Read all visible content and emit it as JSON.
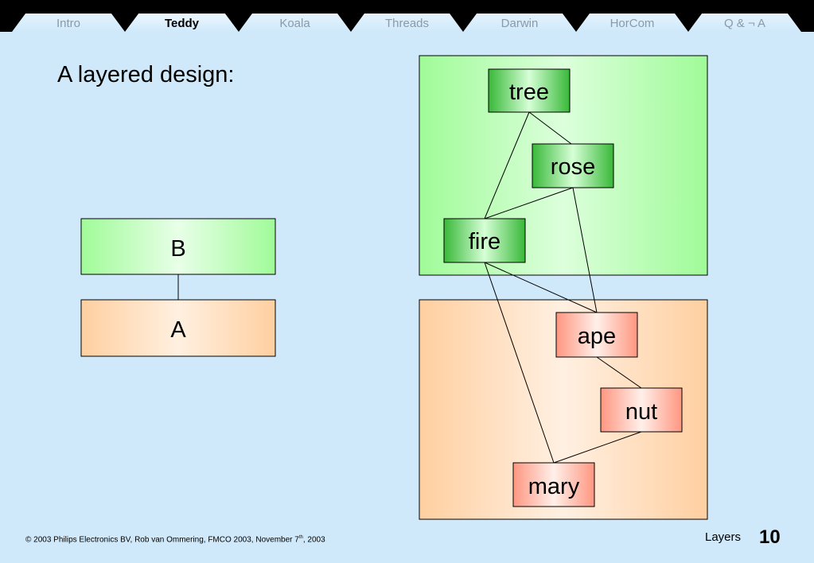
{
  "nav": {
    "tabs": [
      {
        "label": "Intro",
        "active": false
      },
      {
        "label": "Teddy",
        "active": true
      },
      {
        "label": "Koala",
        "active": false
      },
      {
        "label": "Threads",
        "active": false
      },
      {
        "label": "Darwin",
        "active": false
      },
      {
        "label": "HorCom",
        "active": false
      },
      {
        "label": "Q & ¬ A",
        "active": false
      }
    ]
  },
  "slide": {
    "title": "A layered design:"
  },
  "simple_diagram": {
    "upper_label": "B",
    "lower_label": "A"
  },
  "detail_diagram": {
    "upper_layer_nodes": [
      "tree",
      "rose",
      "fire"
    ],
    "lower_layer_nodes": [
      "ape",
      "nut",
      "mary"
    ],
    "edges": [
      [
        "tree",
        "rose"
      ],
      [
        "tree",
        "fire"
      ],
      [
        "rose",
        "fire"
      ],
      [
        "rose",
        "ape"
      ],
      [
        "fire",
        "ape"
      ],
      [
        "fire",
        "mary"
      ],
      [
        "ape",
        "nut"
      ],
      [
        "nut",
        "mary"
      ]
    ]
  },
  "colors": {
    "background": "#cfe9fb",
    "upper_layer": "#a0fb98",
    "lower_layer": "#ffcfa0",
    "node_green": "#40c040",
    "node_orange": "#ff9a80"
  },
  "footer": {
    "copyright_prefix": "© 2003 Philips Electronics BV, Rob van Ommering, FMCO 2003, November 7",
    "copyright_sup": "th",
    "copyright_suffix": ", 2003",
    "section": "Layers",
    "page": "10"
  }
}
